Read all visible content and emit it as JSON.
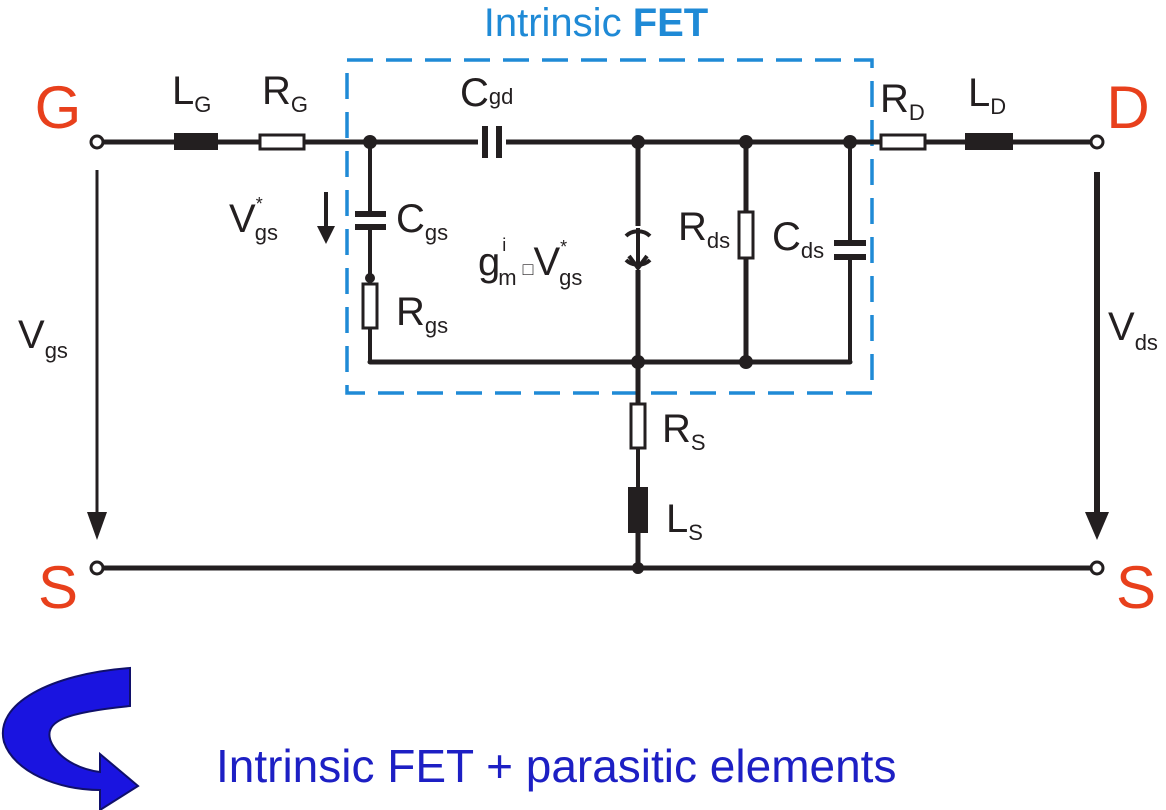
{
  "title": {
    "prefix": "Intrinsic ",
    "bold": "FET"
  },
  "footer": "Intrinsic FET + parasitic elements",
  "colors": {
    "terminal": "#e8401c",
    "box": "#1f8ad6",
    "footer_text": "#1d1fc4",
    "arrow_fill": "#1a14e0",
    "wire": "#231f20"
  },
  "icons": {
    "arrow": "curved-arrow-icon",
    "current_source": "current-source-icon"
  },
  "terminals": {
    "gate": "G",
    "drain": "D",
    "source_left": "S",
    "source_right": "S"
  },
  "components": {
    "LG": {
      "main": "L",
      "sub": "G"
    },
    "RG": {
      "main": "R",
      "sub": "G"
    },
    "Cgd": {
      "main": "C",
      "sub": "gd"
    },
    "RD": {
      "main": "R",
      "sub": "D"
    },
    "LD": {
      "main": "L",
      "sub": "D"
    },
    "Cgs": {
      "main": "C",
      "sub": "gs"
    },
    "Rgs": {
      "main": "R",
      "sub": "gs"
    },
    "Rds": {
      "main": "R",
      "sub": "ds"
    },
    "Cds": {
      "main": "C",
      "sub": "ds"
    },
    "RS": {
      "main": "R",
      "sub": "S"
    },
    "LS": {
      "main": "L",
      "sub": "S"
    }
  },
  "voltages": {
    "Vgs_int": {
      "main": "V",
      "sup": "*",
      "sub": "gs"
    },
    "Vgs": {
      "main": "V",
      "sub": "gs"
    },
    "Vds": {
      "main": "V",
      "sub": "ds"
    }
  },
  "transconductance": {
    "g": "g",
    "g_sup": "i",
    "g_sub": "m",
    "dot": "□",
    "v": "V",
    "v_sup": "*",
    "v_sub": "gs"
  }
}
